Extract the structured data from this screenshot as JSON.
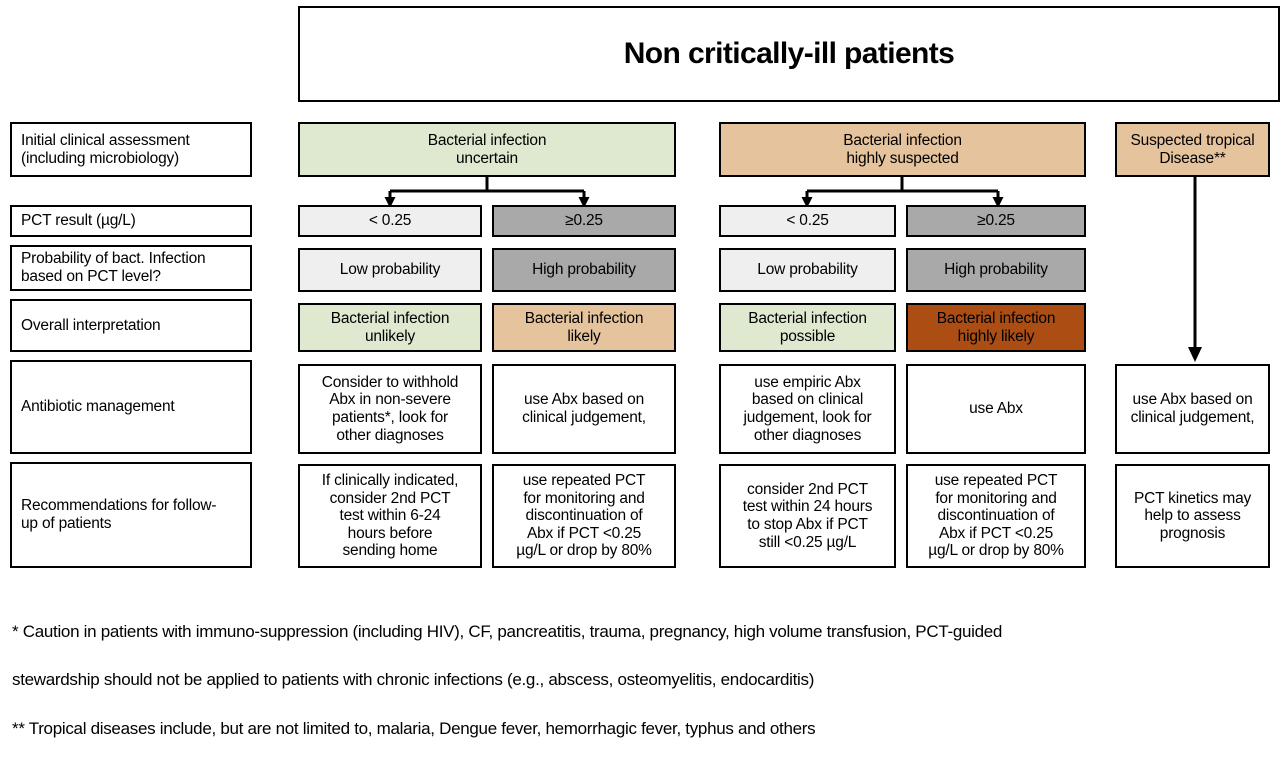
{
  "title": {
    "text": "Non critically-ill patients"
  },
  "row_labels": [
    {
      "id": "initial-clinical-assessment",
      "text": "Initial clinical assessment\n(including microbiology)"
    },
    {
      "id": "pct-result",
      "text": "PCT result (µg/L)"
    },
    {
      "id": "probability-of-bacterial-infection",
      "text": "Probability of bact. Infection\nbased on PCT level?"
    },
    {
      "id": "overall-interpretation",
      "text": "Overall interpretation"
    },
    {
      "id": "antibiotic-management",
      "text": "Antibiotic management"
    },
    {
      "id": "recommendations-for-follow-up",
      "text": "Recommendations for follow-\nup of patients"
    }
  ],
  "groups": [
    {
      "id": "group-uncertain",
      "header": "Bacterial infection\nuncertain",
      "header_color": "#dfe9cf"
    },
    {
      "id": "group-highly-suspected",
      "header": "Bacterial infection\nhighly suspected",
      "header_color": "#e5c39c"
    }
  ],
  "tropical": {
    "header": "Suspected tropical\nDisease**",
    "header_color": "#e5c39c",
    "antibiotic_management": "use Abx based on\nclinical judgement,",
    "follow_up": "PCT kinetics may\nhelp to assess\nprognosis"
  },
  "columns": [
    {
      "id": "col-uncertain-low",
      "pct_result": "< 0.25",
      "pct_result_color": "#efefef",
      "probability": "Low probability",
      "probability_color": "#efefef",
      "interpretation": "Bacterial infection\nunlikely",
      "interpretation_color": "#dfe9cf",
      "antibiotic_management": "Consider to withhold\nAbx in non-severe\npatients*, look for\nother diagnoses",
      "follow_up": "If clinically indicated,\nconsider 2nd PCT\ntest within 6-24\nhours before\nsending home"
    },
    {
      "id": "col-uncertain-high",
      "pct_result": "≥0.25",
      "pct_result_color": "#a9a9a9",
      "probability": "High probability",
      "probability_color": "#a9a9a9",
      "interpretation": "Bacterial infection\nlikely",
      "interpretation_color": "#e5c39c",
      "antibiotic_management": "use Abx based on\nclinical judgement,",
      "follow_up": "use repeated PCT\nfor monitoring and\ndiscontinuation of\nAbx if PCT <0.25\nµg/L or drop by 80%"
    },
    {
      "id": "col-suspected-low",
      "pct_result": "< 0.25",
      "pct_result_color": "#efefef",
      "probability": "Low probability",
      "probability_color": "#efefef",
      "interpretation": "Bacterial infection\npossible",
      "interpretation_color": "#dfe9cf",
      "antibiotic_management": "use empiric Abx\nbased on clinical\njudgement, look for\nother diagnoses",
      "follow_up": "consider 2nd PCT\ntest within 24 hours\nto stop Abx if PCT\nstill <0.25 µg/L"
    },
    {
      "id": "col-suspected-high",
      "pct_result": "≥0.25",
      "pct_result_color": "#a9a9a9",
      "probability": "High probability",
      "probability_color": "#a9a9a9",
      "interpretation": "Bacterial infection\nhighly likely",
      "interpretation_color": "#ac4e14",
      "antibiotic_management": "use Abx",
      "follow_up": "use repeated PCT\nfor monitoring and\ndiscontinuation of\nAbx if PCT <0.25\nµg/L or drop by 80%"
    }
  ],
  "footnotes": [
    "* Caution in patients with immuno-suppression (including HIV), CF, pancreatitis, trauma, pregnancy, high volume transfusion, PCT-guided",
    "stewardship should not be applied to patients with chronic infections (e.g., abscess, osteomyelitis, endocarditis)",
    "** Tropical diseases include, but are not limited to, malaria, Dengue fever, hemorrhagic fever, typhus and others"
  ]
}
